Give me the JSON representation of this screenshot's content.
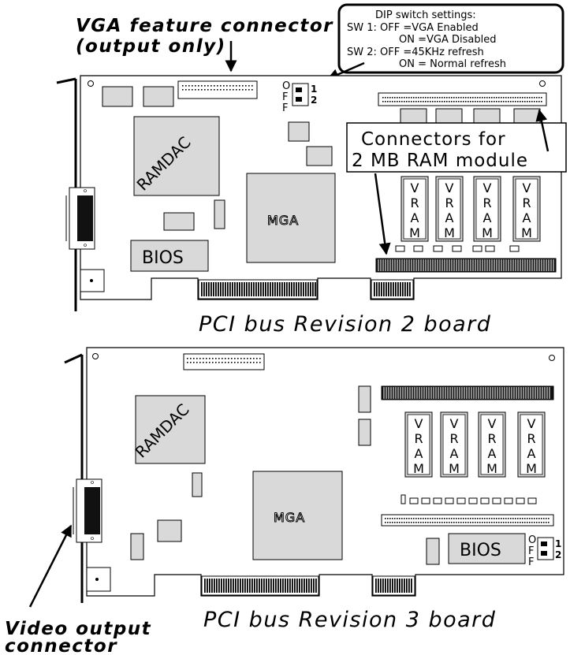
{
  "callouts": {
    "vga_feature_line1": "VGA feature connector",
    "vga_feature_line2": "(output only)",
    "connectors_line1": "Connectors for",
    "connectors_line2": "2 MB RAM module",
    "video_output_line1": "Video output",
    "video_output_line2": "connector"
  },
  "dip_settings": {
    "title": "DIP switch settings:",
    "sw1_off": "SW 1:  OFF  =VGA Enabled",
    "sw1_on": "ON  =VGA Disabled",
    "sw2_off": "SW 2:  OFF  =45KHz refresh",
    "sw2_on": "ON  =  Normal refresh"
  },
  "board_rev2": {
    "caption": "PCI bus Revision 2 board",
    "ramdac": "RAMDAC",
    "mga": "MGA",
    "bios": "BIOS",
    "vram_letters": [
      "V",
      "R",
      "A",
      "M"
    ],
    "dip_letters": [
      "O",
      "F",
      "F"
    ],
    "dip_numbers": [
      "1",
      "2"
    ]
  },
  "board_rev3": {
    "caption": "PCI bus Revision 3 board",
    "ramdac": "RAMDAC",
    "mga": "MGA",
    "bios": "BIOS",
    "vram_letters": [
      "V",
      "R",
      "A",
      "M"
    ],
    "dip_letters": [
      "O",
      "F",
      "F"
    ],
    "dip_numbers": [
      "1",
      "2"
    ]
  },
  "colors": {
    "chip_fill": "#d9d9d9",
    "board_stroke": "#000000",
    "background": "#ffffff"
  }
}
